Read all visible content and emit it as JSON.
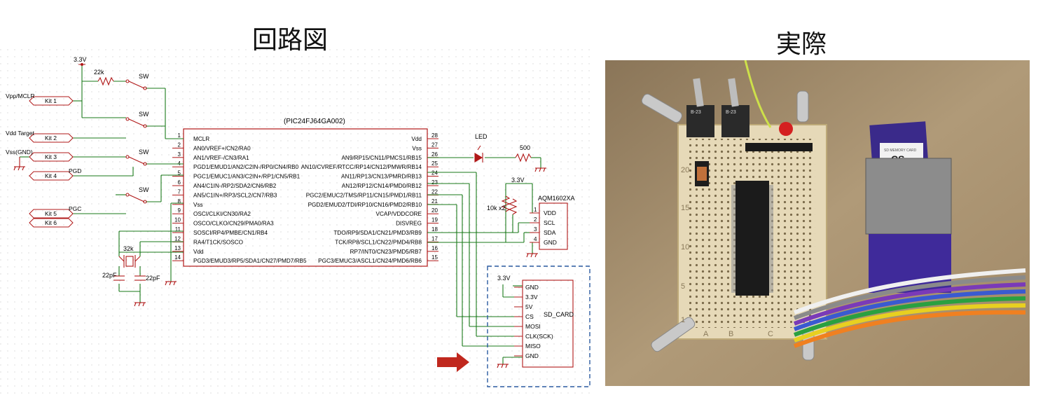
{
  "titles": {
    "schematic": "回路図",
    "photo": "実際"
  },
  "schematic": {
    "chip_name": "(PIC24FJ64GA002)",
    "left_pins": [
      {
        "num": "1",
        "label": "MCLR"
      },
      {
        "num": "2",
        "label": "AN0/VREF+/CN2/RA0"
      },
      {
        "num": "3",
        "label": "AN1/VREF-/CN3/RA1"
      },
      {
        "num": "4",
        "label": "PGD1/EMUD1/AN2/C2IN-/RP0/CN4/RB0"
      },
      {
        "num": "5",
        "label": "PGC1/EMUC1/AN3/C2IN+/RP1/CN5/RB1"
      },
      {
        "num": "6",
        "label": "AN4/C1IN-/RP2/SDA2/CN6/RB2"
      },
      {
        "num": "7",
        "label": "AN5/C1IN+/RP3/SCL2/CN7/RB3"
      },
      {
        "num": "8",
        "label": "Vss"
      },
      {
        "num": "9",
        "label": "OSCI/CLKI/CN30/RA2"
      },
      {
        "num": "10",
        "label": "OSCO/CLKO/CN29/PMA0/RA3"
      },
      {
        "num": "11",
        "label": "SOSCI/RP4/PMBE/CN1/RB4"
      },
      {
        "num": "12",
        "label": "RA4/T1CK/SOSCO"
      },
      {
        "num": "13",
        "label": "Vdd"
      },
      {
        "num": "14",
        "label": "PGD3/EMUD3/RP5/SDA1/CN27/PMD7/RB5"
      }
    ],
    "right_pins": [
      {
        "num": "28",
        "label": "Vdd"
      },
      {
        "num": "27",
        "label": "Vss"
      },
      {
        "num": "26",
        "label": "AN9/RP15/CN11/PMCS1/RB15"
      },
      {
        "num": "25",
        "label": "AN10/CVREF/RTCC/RP14/CN12/PMWR/RB14"
      },
      {
        "num": "24",
        "label": "AN11/RP13/CN13/PMRD/RB13"
      },
      {
        "num": "23",
        "label": "AN12/RP12/CN14/PMD0/RB12"
      },
      {
        "num": "22",
        "label": "PGC2/EMUC2/TMS/RP11/CN15/PMD1/RB11"
      },
      {
        "num": "21",
        "label": "PGD2/EMUD2/TDI/RP10/CN16/PMD2/RB10"
      },
      {
        "num": "20",
        "label": "VCAP/VDDCORE"
      },
      {
        "num": "19",
        "label": "DISVREG"
      },
      {
        "num": "18",
        "label": "TDO/RP9/SDA1/CN21/PMD3/RB9"
      },
      {
        "num": "17",
        "label": "TCK/RP8/SCL1/CN22/PMD4/RB8"
      },
      {
        "num": "16",
        "label": "RP7/INT0/CN23/PMD5/RB7"
      },
      {
        "num": "15",
        "label": "PGC3/EMUC3/ASCL1/CN24/PMD6/RB6"
      }
    ],
    "kit_ports": [
      {
        "label": "Kit 1",
        "net": "Vpp/MCLR"
      },
      {
        "label": "Kit 2",
        "net": "Vdd Target"
      },
      {
        "label": "Kit 3",
        "net": "Vss(GND)"
      },
      {
        "label": "Kit 4",
        "net": "PGD"
      },
      {
        "label": "Kit 5",
        "net": "PGC"
      },
      {
        "label": "Kit 6",
        "net": ""
      }
    ],
    "power_label": "3.3V",
    "r_pullup": "22k",
    "switch_label": "SW",
    "crystal_label": "32k",
    "cap_left": "22pF",
    "cap_right": "22pF",
    "led_label": "LED",
    "led_resistor": "500",
    "i2c_resistors": "10k x2",
    "lcd": {
      "name": "AQM1602XA",
      "pins": [
        {
          "num": "1",
          "label": "VDD"
        },
        {
          "num": "2",
          "label": "SCL"
        },
        {
          "num": "3",
          "label": "SDA"
        },
        {
          "num": "4",
          "label": "GND"
        }
      ]
    },
    "sd": {
      "name": "SD_CARD",
      "pins": [
        "GND",
        "3.3V",
        "5V",
        "CS",
        "MOSI",
        "CLK(SCK)",
        "MISO",
        "GND"
      ]
    },
    "colors": {
      "wire": "#1a7a1a",
      "part": "#b01818",
      "frame": "#2a5aa0",
      "arrow": "#c0281e"
    }
  },
  "photo": {
    "switch_marks": [
      "B-23",
      "B-23"
    ],
    "board_rows": [
      "20",
      "15",
      "10",
      "5",
      "1"
    ],
    "board_cols": [
      "A",
      "B",
      "C"
    ],
    "sd_logo": "CS",
    "sd_small": "SD MEMORY CARD"
  }
}
